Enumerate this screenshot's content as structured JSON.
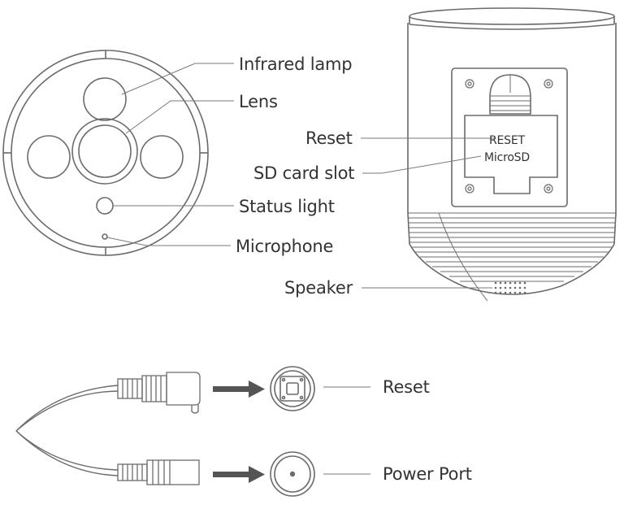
{
  "labels": {
    "infrared_lamp": "Infrared  lamp",
    "lens": "Lens",
    "reset": "Reset",
    "sd_card_slot": "SD card slot",
    "status_light": "Status light",
    "microphone": "Microphone",
    "speaker": "Speaker",
    "reset_port": "Reset",
    "power_port": "Power Port"
  },
  "panel_text": {
    "reset": "RESET",
    "microsd": "MicroSD"
  },
  "colors": {
    "stroke": "#6b6b6b",
    "leader": "#7a7a7a",
    "text": "#333333",
    "arrow": "#555555"
  }
}
